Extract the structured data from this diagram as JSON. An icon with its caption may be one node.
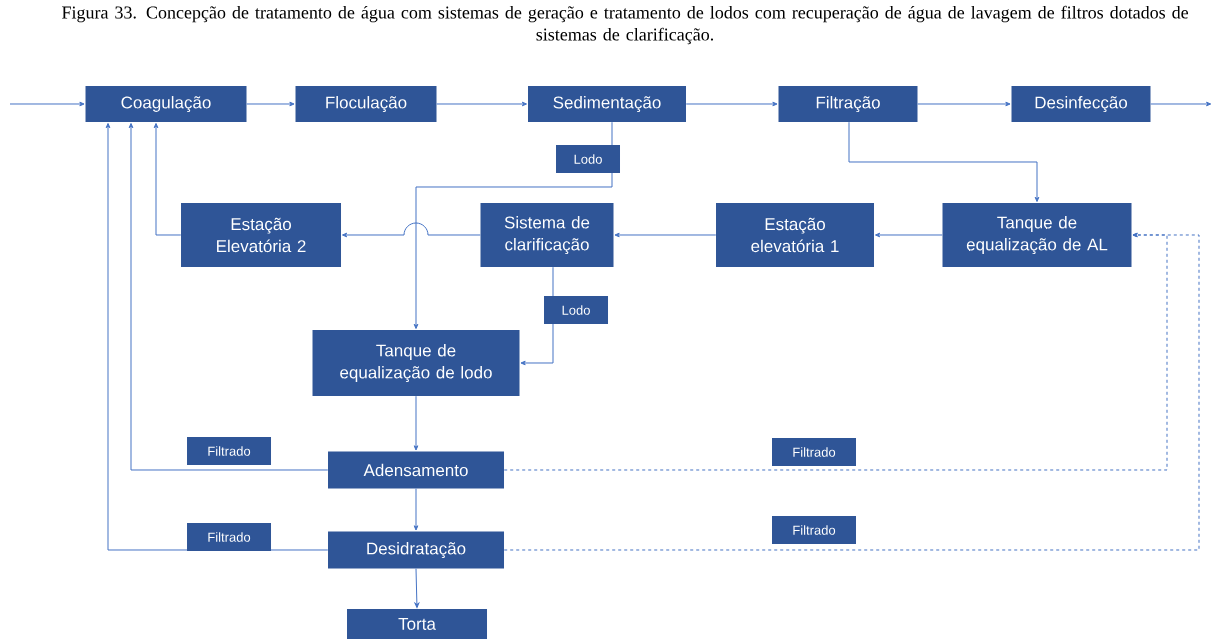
{
  "diagram": {
    "title": "Figura 33. Concepção de tratamento de água com sistemas de geração e tratamento de lodos com recuperação de água de lavagem de filtros dotados de sistemas de clarificação.",
    "nodes": [
      {
        "text": [
          "Coagulação"
        ]
      },
      {
        "text": [
          "Floculação"
        ]
      },
      {
        "text": [
          "Sedimentação"
        ]
      },
      {
        "text": [
          "Filtração"
        ]
      },
      {
        "text": [
          "Desinfecção"
        ]
      },
      {
        "text": [
          "Estação Elevatória 2"
        ]
      },
      {
        "text": [
          "Sistema de clarificação"
        ]
      },
      {
        "text": [
          "Estação elevatória 1"
        ]
      },
      {
        "text": [
          "Tanque de equalização de AL"
        ]
      },
      {
        "text": [
          "Tanque de equalização de lodo"
        ]
      },
      {
        "text": [
          "Adensamento"
        ]
      },
      {
        "text": [
          "Desidratação"
        ]
      },
      {
        "text": [
          "Torta"
        ]
      }
    ],
    "edges": [
      {
        "from": null,
        "to": 0,
        "arrow": "to"
      },
      {
        "from": 0,
        "to": 1,
        "arrow": "to"
      },
      {
        "from": 1,
        "to": 2,
        "arrow": "to"
      },
      {
        "from": 2,
        "to": 3,
        "arrow": "to"
      },
      {
        "from": 3,
        "to": 4,
        "arrow": "to"
      },
      {
        "from": 4,
        "to": null,
        "arrow": "to"
      },
      {
        "from": 2,
        "to": 9,
        "arrow": "to",
        "label": "Lodo"
      },
      {
        "from": 3,
        "to": 8,
        "arrow": "to"
      },
      {
        "from": 8,
        "to": 7,
        "arrow": "to"
      },
      {
        "from": 7,
        "to": 6,
        "arrow": "to"
      },
      {
        "from": 6,
        "to": 5,
        "arrow": "to"
      },
      {
        "from": 5,
        "to": 0,
        "arrow": "to"
      },
      {
        "from": 6,
        "to": 9,
        "arrow": "to",
        "label": "Lodo"
      },
      {
        "from": 9,
        "to": 10,
        "arrow": "to"
      },
      {
        "from": 10,
        "to": 11,
        "arrow": "to"
      },
      {
        "from": 11,
        "to": 12,
        "arrow": "to"
      },
      {
        "from": 10,
        "to": 0,
        "arrow": "to",
        "label": "Filtrado"
      },
      {
        "from": 11,
        "to": 0,
        "arrow": "to",
        "label": "Filtrado"
      },
      {
        "from": 10,
        "to": 8,
        "arrow": "to",
        "label": "Filtrado",
        "style": "dashed"
      },
      {
        "from": 11,
        "to": 8,
        "arrow": "to",
        "label": "Filtrado",
        "style": "dashed"
      }
    ]
  }
}
